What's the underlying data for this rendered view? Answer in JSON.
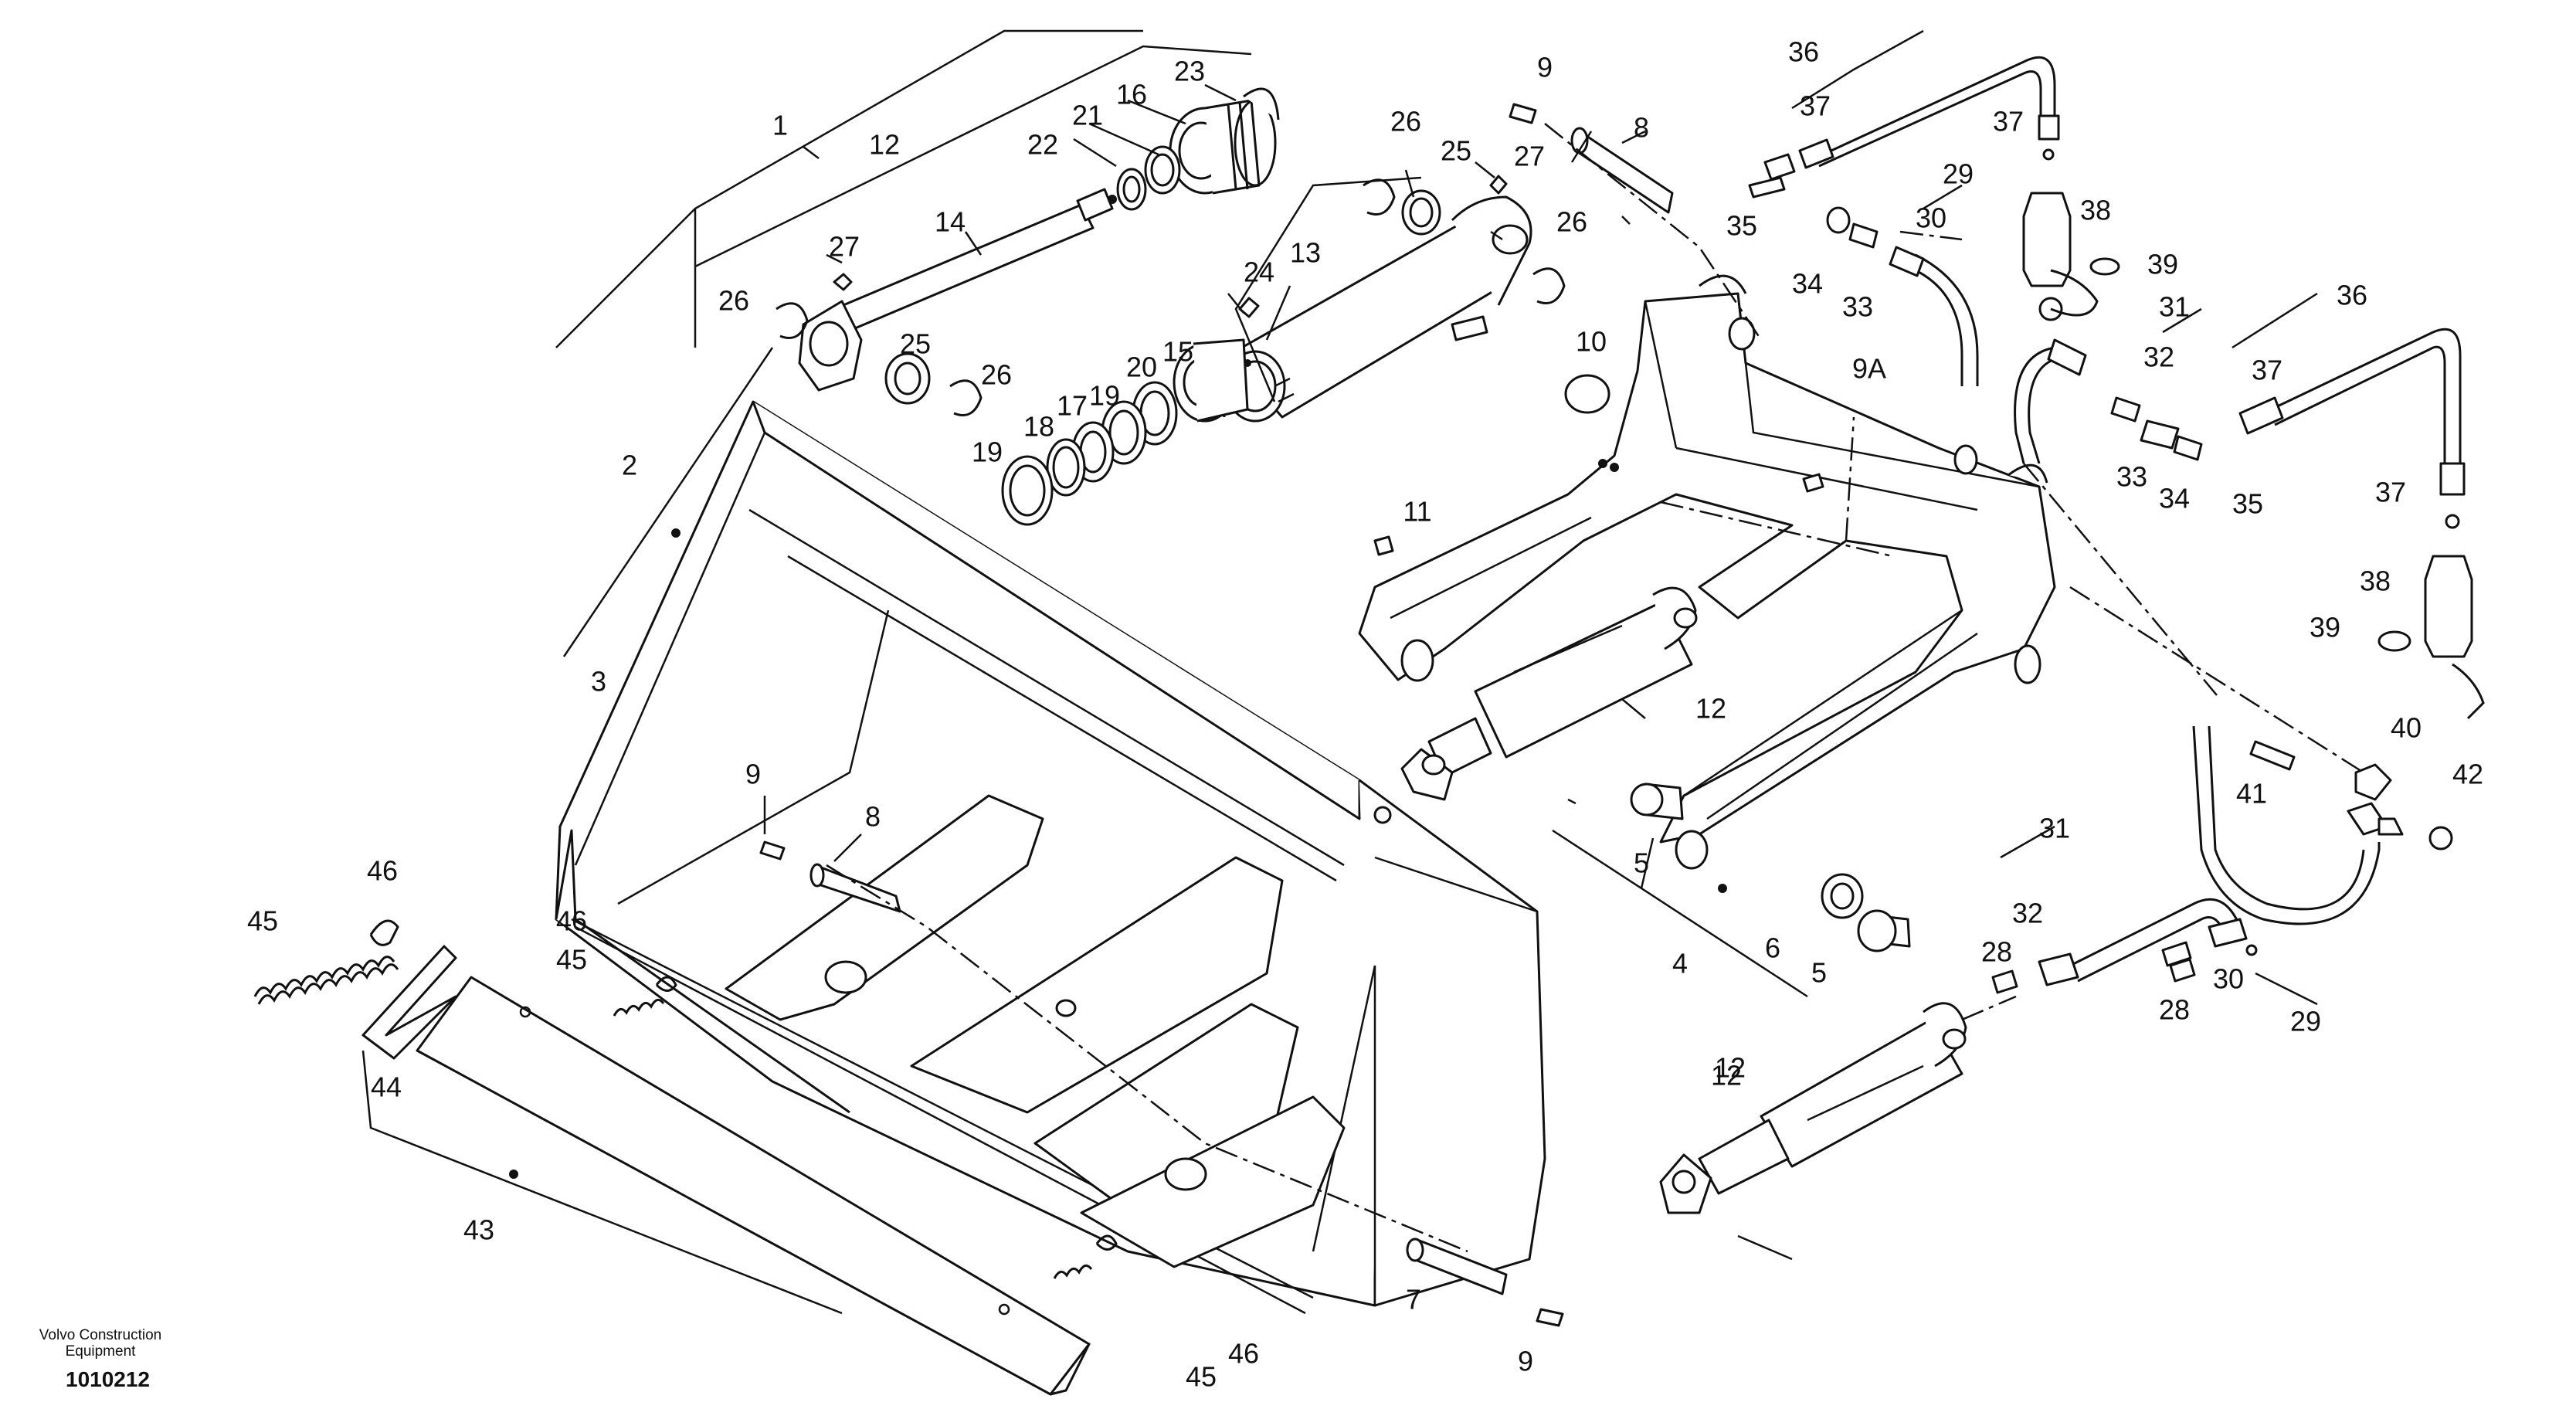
{
  "footer": {
    "brand": "Volvo Construction Equipment",
    "code": "1010212"
  },
  "callouts": {
    "c1": "1",
    "c2": "2",
    "c3": "3",
    "c4": "4",
    "c5a": "5",
    "c5b": "5",
    "c6": "6",
    "c7": "7",
    "c8a": "8",
    "c8b": "8",
    "c9a": "9",
    "c9b": "9",
    "c9c": "9",
    "c9A": "9A",
    "c10": "10",
    "c11": "11",
    "c12a": "12",
    "c12b": "12",
    "c12c": "12",
    "c12d": "12",
    "c13": "13",
    "c14": "14",
    "c15": "15",
    "c16": "16",
    "c17": "17",
    "c18": "18",
    "c19a": "19",
    "c19b": "19",
    "c20": "20",
    "c21": "21",
    "c22": "22",
    "c23": "23",
    "c24": "24",
    "c25a": "25",
    "c25b": "25",
    "c26a": "26",
    "c26b": "26",
    "c26c": "26",
    "c26d": "26",
    "c27a": "27",
    "c27b": "27",
    "c28a": "28",
    "c28b": "28",
    "c29a": "29",
    "c29b": "29",
    "c30a": "30",
    "c30b": "30",
    "c31a": "31",
    "c31b": "31",
    "c32a": "32",
    "c32b": "32",
    "c33a": "33",
    "c33b": "33",
    "c34a": "34",
    "c34b": "34",
    "c35a": "35",
    "c35b": "35",
    "c36a": "36",
    "c36b": "36",
    "c37a": "37",
    "c37b": "37",
    "c37c": "37",
    "c37d": "37",
    "c38a": "38",
    "c38b": "38",
    "c39a": "39",
    "c39b": "39",
    "c40": "40",
    "c41": "41",
    "c42": "42",
    "c43": "43",
    "c44": "44",
    "c45a": "45",
    "c45b": "45",
    "c45c": "45",
    "c46a": "46",
    "c46b": "46",
    "c46c": "46"
  }
}
